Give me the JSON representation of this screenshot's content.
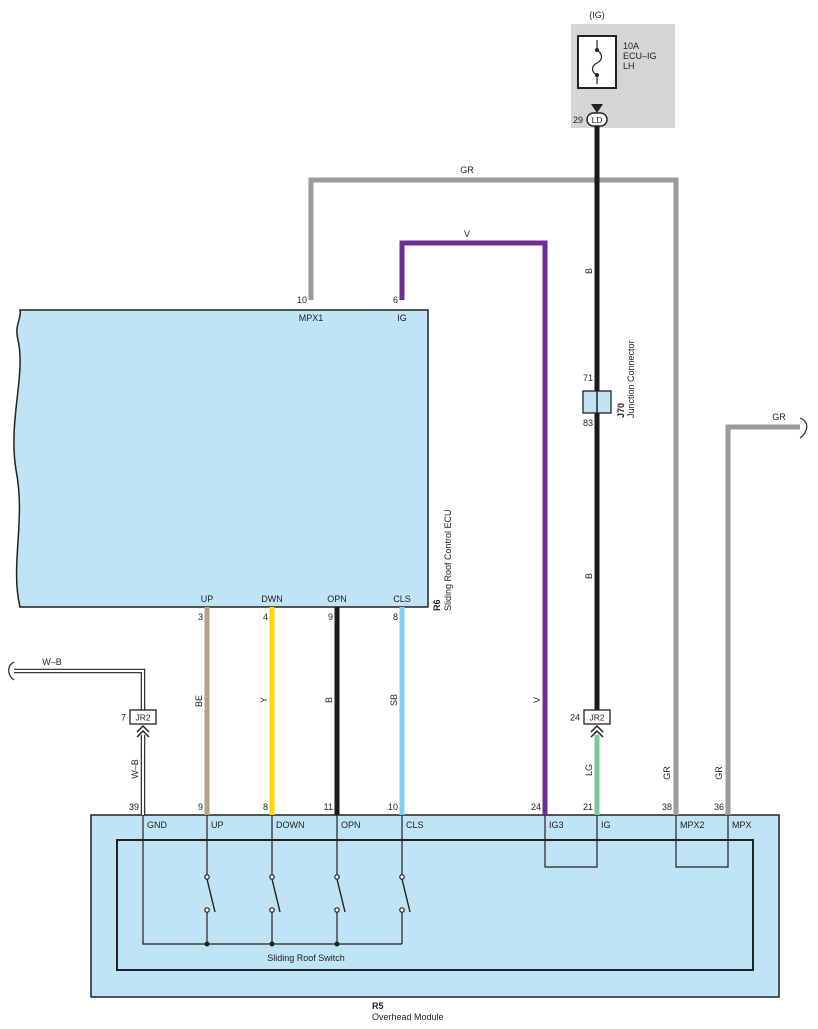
{
  "fuse_box": {
    "power_source": "(IG)",
    "fuse_rating": "10A",
    "fuse_name": "ECU–IG",
    "fuse_side": "LH",
    "pin": "29",
    "connector": "LD"
  },
  "wires": {
    "gr_top": "GR",
    "v_top": "V",
    "b_upper": "B",
    "b_lower": "B",
    "gr_right": "GR",
    "w_b_left": "W–B",
    "w_b_vert": "W–B",
    "be": "BE",
    "y": "Y",
    "b_opn": "B",
    "sb": "SB",
    "v_lower": "V",
    "lg": "LG",
    "gr_mpx2": "GR",
    "gr_mpx": "GR"
  },
  "junction": {
    "id": "J70",
    "name": "Junction Connector",
    "pin_top": "71",
    "pin_bottom": "83"
  },
  "ecu": {
    "id": "R6",
    "name": "Sliding Roof Control ECU",
    "colors": {
      "fill": "#bfe4f6"
    },
    "top_pins": [
      {
        "num": "10",
        "name": "MPX1"
      },
      {
        "num": "6",
        "name": "IG"
      }
    ],
    "bottom_pins": [
      {
        "num": "3",
        "name": "UP"
      },
      {
        "num": "4",
        "name": "DWN"
      },
      {
        "num": "9",
        "name": "OPN"
      },
      {
        "num": "8",
        "name": "CLS"
      }
    ]
  },
  "jr2_left": {
    "connector": "JR2",
    "pin": "7"
  },
  "jr2_right": {
    "connector": "JR2",
    "pin": "24"
  },
  "module": {
    "id": "R5",
    "name": "Overhead Module",
    "switch_label": "Sliding Roof Switch",
    "pins": [
      {
        "num": "39",
        "name": "GND"
      },
      {
        "num": "9",
        "name": "UP"
      },
      {
        "num": "8",
        "name": "DOWN"
      },
      {
        "num": "11",
        "name": "OPN"
      },
      {
        "num": "10",
        "name": "CLS"
      },
      {
        "num": "24",
        "name": "IG3"
      },
      {
        "num": "21",
        "name": "IG"
      },
      {
        "num": "38",
        "name": "MPX2"
      },
      {
        "num": "36",
        "name": "MPX"
      }
    ]
  },
  "colors": {
    "gray_wire": "#9a9b9d",
    "violet_wire": "#6b2d91",
    "black_wire": "#1a1a1a",
    "beige_wire": "#b3a28c",
    "yellow_wire": "#ffd800",
    "sky_blue_wire": "#84cff0",
    "light_green_wire": "#7cc69a",
    "fuse_box_bg": "#d4d5d7",
    "component_fill": "#bfe4f6"
  }
}
